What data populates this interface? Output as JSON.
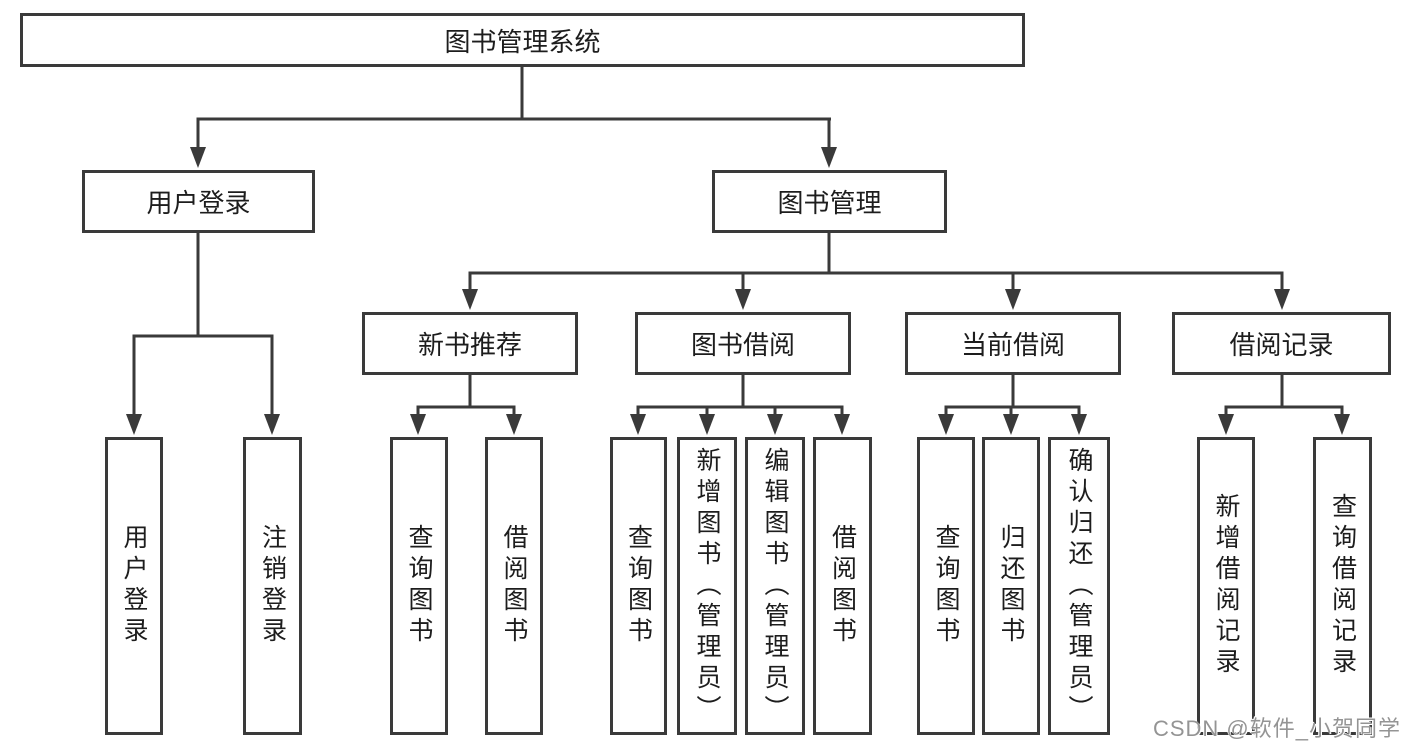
{
  "diagram": {
    "root": "图书管理系统",
    "level2": [
      "用户登录",
      "图书管理"
    ],
    "level3": [
      "新书推荐",
      "图书借阅",
      "当前借阅",
      "借阅记录"
    ],
    "leaves": [
      "用户登录",
      "注销登录",
      "查询图书",
      "借阅图书",
      "查询图书",
      "新增图书（管理员）",
      "编辑图书（管理员）",
      "借阅图书",
      "查询图书",
      "归还图书",
      "确认归还（管理员）",
      "新增借阅记录",
      "查询借阅记录"
    ],
    "watermark": "CSDN @软件_小贺同学",
    "colors": {
      "line": "#3a3a3a",
      "text": "#1d1d1d",
      "watermark": "#949494",
      "background": "#ffffff"
    }
  }
}
